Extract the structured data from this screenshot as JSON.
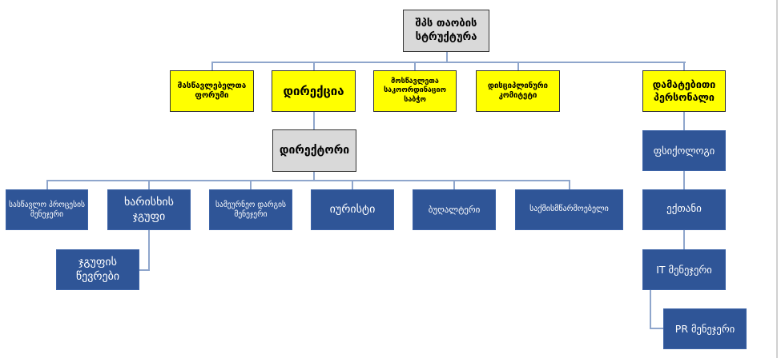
{
  "root": "შპს თაობის სტრუქტურა",
  "level1": [
    "მასწავლებელთა ფორუმი",
    "დირექცია",
    "მოსწავლეთა საკოორდინაციო საბჭო",
    "დისციპლინური კომიტეტი",
    "დამატებითი პერსონალი"
  ],
  "director": "დირექტორი",
  "director_staff": [
    "სასწავლო პროცესის მენეჯერი",
    "ხარისხის ჯგუფი",
    "სამეურნეო დარგის მენეჯერი",
    "იურისტი",
    "ბუღალტერი",
    "საქმისმწარმოებელი"
  ],
  "quality_group_child": "ჯგუფის წევრები",
  "additional_staff": [
    "ფსიქოლოგი",
    "ექთანი",
    "IT მენეჯერი",
    "PR მენეჯერი"
  ],
  "colors": {
    "root": "#d9d9d9",
    "level1": "#ffff00",
    "staff": "#2f5597",
    "connector": "#8fa6cc"
  }
}
